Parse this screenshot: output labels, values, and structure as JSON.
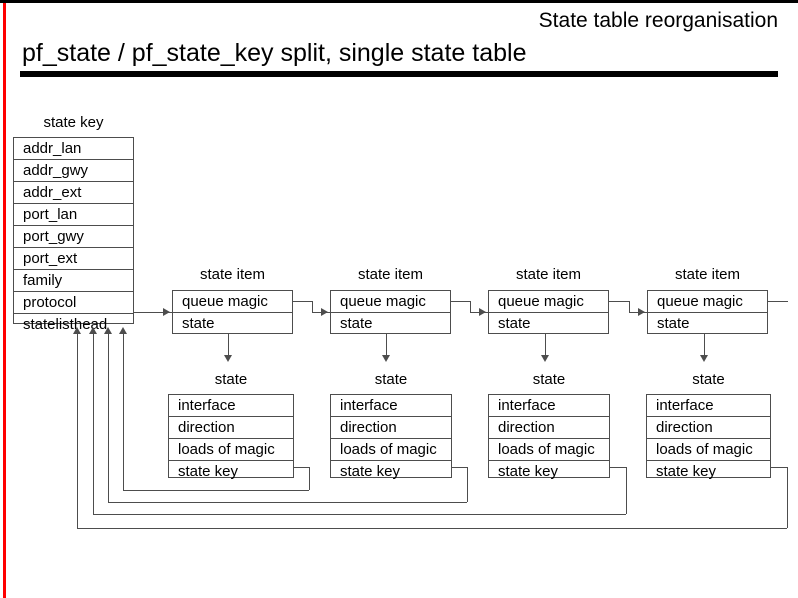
{
  "header": {
    "kicker": "State table reorganisation",
    "title": "pf_state / pf_state_key split, single state table"
  },
  "state_key_table": {
    "caption": "state key",
    "rows": [
      "addr_lan",
      "addr_gwy",
      "addr_ext",
      "port_lan",
      "port_gwy",
      "port_ext",
      "family",
      "protocol",
      "statelisthead"
    ]
  },
  "state_items": [
    {
      "caption": "state item",
      "rows": [
        "queue magic",
        "state"
      ]
    },
    {
      "caption": "state item",
      "rows": [
        "queue magic",
        "state"
      ]
    },
    {
      "caption": "state item",
      "rows": [
        "queue magic",
        "state"
      ]
    },
    {
      "caption": "state item",
      "rows": [
        "queue magic",
        "state"
      ]
    }
  ],
  "states": [
    {
      "caption": "state",
      "rows": [
        "interface",
        "direction",
        "loads of magic",
        "state key"
      ]
    },
    {
      "caption": "state",
      "rows": [
        "interface",
        "direction",
        "loads of magic",
        "state key"
      ]
    },
    {
      "caption": "state",
      "rows": [
        "interface",
        "direction",
        "loads of magic",
        "state key"
      ]
    },
    {
      "caption": "state",
      "rows": [
        "interface",
        "direction",
        "loads of magic",
        "state key"
      ]
    }
  ],
  "colors": {
    "accent_bar": "#ff0000",
    "rule": "#000000",
    "line": "#4d4d4d",
    "background": "#ffffff"
  }
}
